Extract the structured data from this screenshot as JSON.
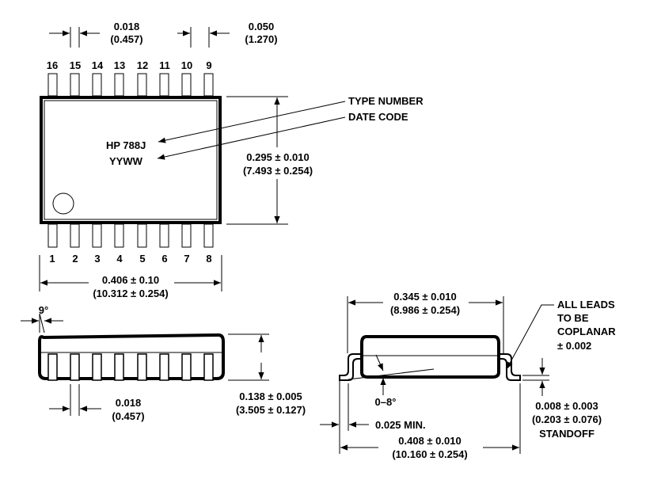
{
  "top_view": {
    "pin_pitch": {
      "inch": "0.018",
      "mm": "(0.457)"
    },
    "pin_width": {
      "inch": "0.050",
      "mm": "(1.270)"
    },
    "top_pins": [
      "16",
      "15",
      "14",
      "13",
      "12",
      "11",
      "10",
      "9"
    ],
    "bottom_pins": [
      "1",
      "2",
      "3",
      "4",
      "5",
      "6",
      "7",
      "8"
    ],
    "marking_part": "HP 788J",
    "marking_date": "YYWW",
    "label_type": "TYPE NUMBER",
    "label_date": "DATE CODE",
    "width": {
      "inch": "0.295 ± 0.010",
      "mm": "(7.493 ± 0.254)"
    },
    "length": {
      "inch": "0.406 ± 0.10",
      "mm": "(10.312 ± 0.254)"
    }
  },
  "side_view": {
    "angle": "9°",
    "pin_width": {
      "inch": "0.018",
      "mm": "(0.457)"
    },
    "height": {
      "inch": "0.138 ± 0.005",
      "mm": "(3.505 ± 0.127)"
    }
  },
  "end_view": {
    "body_width": {
      "inch": "0.345 ± 0.010",
      "mm": "(8.986 ± 0.254)"
    },
    "coplanar": [
      "ALL LEADS",
      "TO BE",
      "COPLANAR",
      "± 0.002"
    ],
    "angle": "0–8°",
    "lead_min": "0.025 MIN.",
    "overall": {
      "inch": "0.408 ± 0.010",
      "mm": "(10.160 ± 0.254)"
    },
    "standoff": {
      "inch": "0.008 ± 0.003",
      "mm": "(0.203 ± 0.076)",
      "label": "STANDOFF"
    }
  }
}
